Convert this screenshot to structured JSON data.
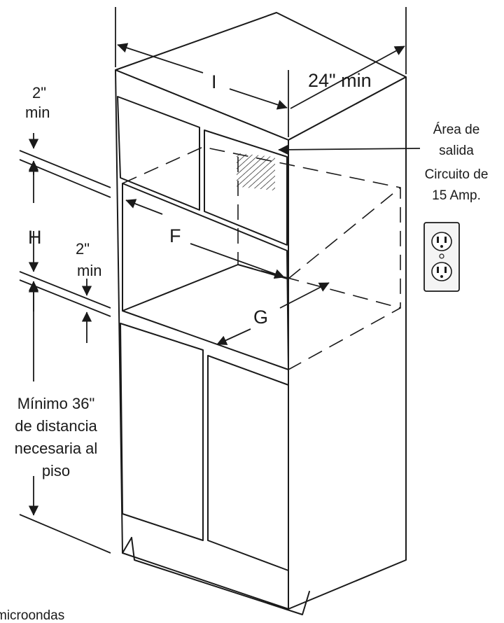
{
  "labels": {
    "width_letter": "I",
    "depth_min": "24\" min",
    "top_gap": "2\"",
    "top_gap_unit": "min",
    "height_letter": "H",
    "mid_gap": "2\"",
    "mid_gap_unit": "min",
    "opening_width_letter": "F",
    "opening_depth_letter": "G",
    "outlet_area_line1": "Área de",
    "outlet_area_line2": "salida",
    "circuit_line1": "Circuito de",
    "circuit_line2": "15  Amp.",
    "floor_line1": "Mínimo 36\"",
    "floor_line2": "de distancia",
    "floor_line3": "necesaria al",
    "floor_line4": "piso",
    "caption_fragment": "microondas"
  },
  "colors": {
    "ink": "#1a1a1a",
    "background": "#ffffff",
    "outlet_plate": "#f4f4f4"
  },
  "icons": [
    "duplex-outlet-icon",
    "hatched-outlet-area",
    "dimension-arrow"
  ]
}
